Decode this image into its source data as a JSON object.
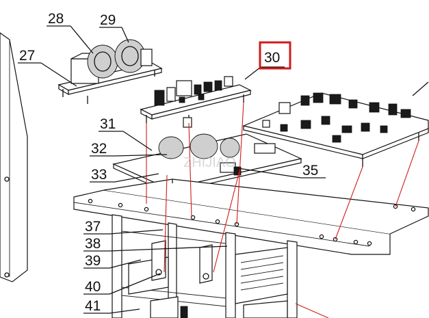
{
  "diagram": {
    "highlight_color": "#d11a1a",
    "leader_color": "#111111",
    "highlighted_label": "30",
    "labels": {
      "l27": "27",
      "l28": "28",
      "l29": "29",
      "l30": "30",
      "l31": "31",
      "l32": "32",
      "l33": "33",
      "l35": "35",
      "l37": "37",
      "l38": "38",
      "l39": "39",
      "l40": "40",
      "l41": "41"
    }
  }
}
